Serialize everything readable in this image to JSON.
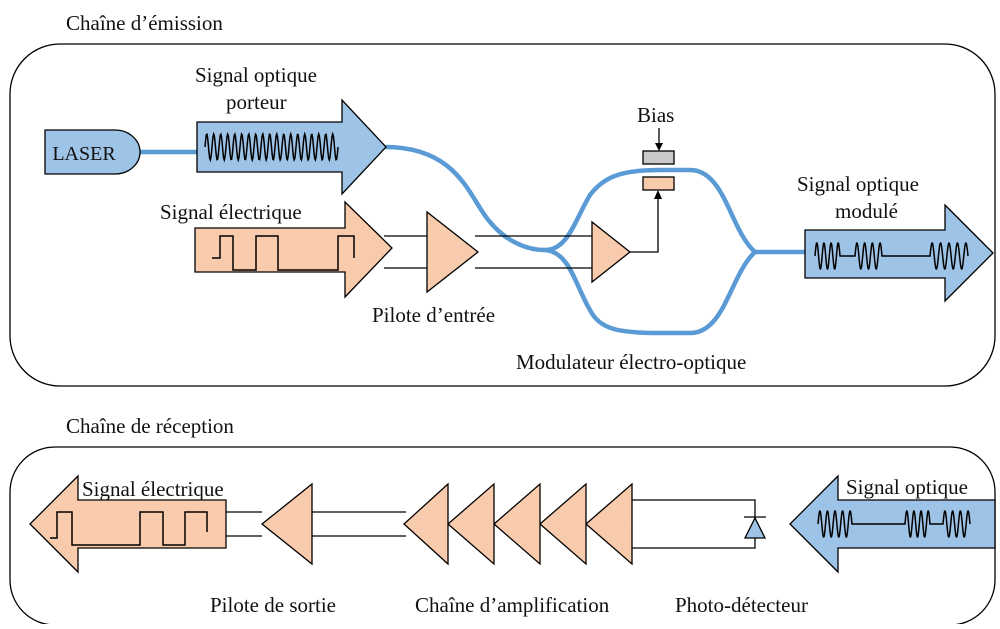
{
  "colors": {
    "optical": "#9dc3e6",
    "electrical": "#f8cbad",
    "fiber": "#5b9bd5",
    "bias_electrode": "#c9c9c9"
  },
  "emission": {
    "title": "Chaîne d’émission",
    "laser_label": "LASER",
    "optical_carrier_line1": "Signal optique",
    "optical_carrier_line2": "porteur",
    "electrical_signal": "Signal électrique",
    "input_driver": "Pilote d’entrée",
    "bias": "Bias",
    "modulated_line1": "Signal optique",
    "modulated_line2": "modulé",
    "modulator": "Modulateur électro-optique"
  },
  "reception": {
    "title": "Chaîne de réception",
    "electrical_signal": "Signal électrique",
    "optical_signal": "Signal optique",
    "output_driver": "Pilote de sortie",
    "amplification": "Chaîne d’amplification",
    "photodetector": "Photo-détecteur"
  }
}
